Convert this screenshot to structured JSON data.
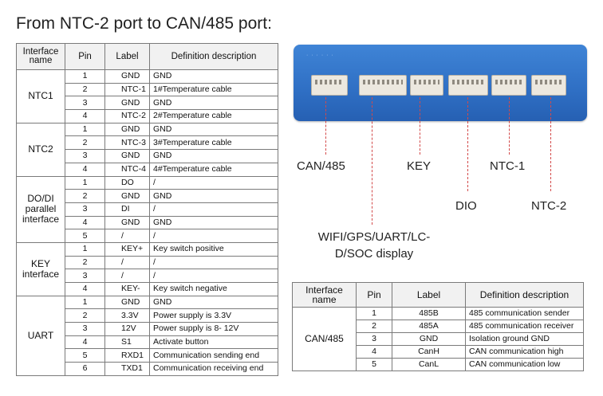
{
  "title": "From NTC-2 port to CAN/485 port:",
  "left_table": {
    "headers": [
      "Interface name",
      "Pin",
      "Label",
      "Definition description"
    ],
    "groups": [
      {
        "name": "NTC1",
        "rows": [
          {
            "pin": "1",
            "label": "GND",
            "desc": "GND"
          },
          {
            "pin": "2",
            "label": "NTC-1",
            "desc": "1#Temperature cable"
          },
          {
            "pin": "3",
            "label": "GND",
            "desc": "GND"
          },
          {
            "pin": "4",
            "label": "NTC-2",
            "desc": "2#Temperature cable"
          }
        ]
      },
      {
        "name": "NTC2",
        "rows": [
          {
            "pin": "1",
            "label": "GND",
            "desc": "GND"
          },
          {
            "pin": "2",
            "label": "NTC-3",
            "desc": "3#Temperature cable"
          },
          {
            "pin": "3",
            "label": "GND",
            "desc": "GND"
          },
          {
            "pin": "4",
            "label": "NTC-4",
            "desc": "4#Temperature cable"
          }
        ]
      },
      {
        "name": "DO/DI parallel interface",
        "rows": [
          {
            "pin": "1",
            "label": "DO",
            "desc": "/"
          },
          {
            "pin": "2",
            "label": "GND",
            "desc": "GND"
          },
          {
            "pin": "3",
            "label": "DI",
            "desc": "/"
          },
          {
            "pin": "4",
            "label": "GND",
            "desc": "GND"
          },
          {
            "pin": "5",
            "label": "/",
            "desc": "/"
          }
        ]
      },
      {
        "name": "KEY interface",
        "rows": [
          {
            "pin": "1",
            "label": "KEY+",
            "desc": "Key switch positive"
          },
          {
            "pin": "2",
            "label": "/",
            "desc": "/"
          },
          {
            "pin": "3",
            "label": "/",
            "desc": "/"
          },
          {
            "pin": "4",
            "label": "KEY-",
            "desc": "Key switch negative"
          }
        ]
      },
      {
        "name": "UART",
        "rows": [
          {
            "pin": "1",
            "label": "GND",
            "desc": "GND"
          },
          {
            "pin": "2",
            "label": "3.3V",
            "desc": "Power supply is 3.3V"
          },
          {
            "pin": "3",
            "label": "12V",
            "desc": "Power supply is 8- 12V"
          },
          {
            "pin": "4",
            "label": "S1",
            "desc": "Activate button"
          },
          {
            "pin": "5",
            "label": "RXD1",
            "desc": "Communication sending end"
          },
          {
            "pin": "6",
            "label": "TXD1",
            "desc": "Communication receiving end"
          }
        ]
      }
    ]
  },
  "right_table": {
    "headers": [
      "Interface name",
      "Pin",
      "Label",
      "Definition description"
    ],
    "groups": [
      {
        "name": "CAN/485",
        "rows": [
          {
            "pin": "1",
            "label": "485B",
            "desc": "485 communication sender"
          },
          {
            "pin": "2",
            "label": "485A",
            "desc": "485 communication receiver"
          },
          {
            "pin": "3",
            "label": "GND",
            "desc": "Isolation ground GND"
          },
          {
            "pin": "4",
            "label": "CanH",
            "desc": "CAN  communication high"
          },
          {
            "pin": "5",
            "label": "CanL",
            "desc": "CAN communication low"
          }
        ]
      }
    ]
  },
  "connector_labels": {
    "can485": "CAN/485",
    "key": "KEY",
    "ntc1": "NTC-1",
    "dio": "DIO",
    "ntc2": "NTC-2",
    "wifi": "WIFI/GPS/UART/LC-D/SOC display"
  },
  "colors": {
    "device_blue": "#2f6fc4",
    "leader_line": "#d34a4a"
  }
}
